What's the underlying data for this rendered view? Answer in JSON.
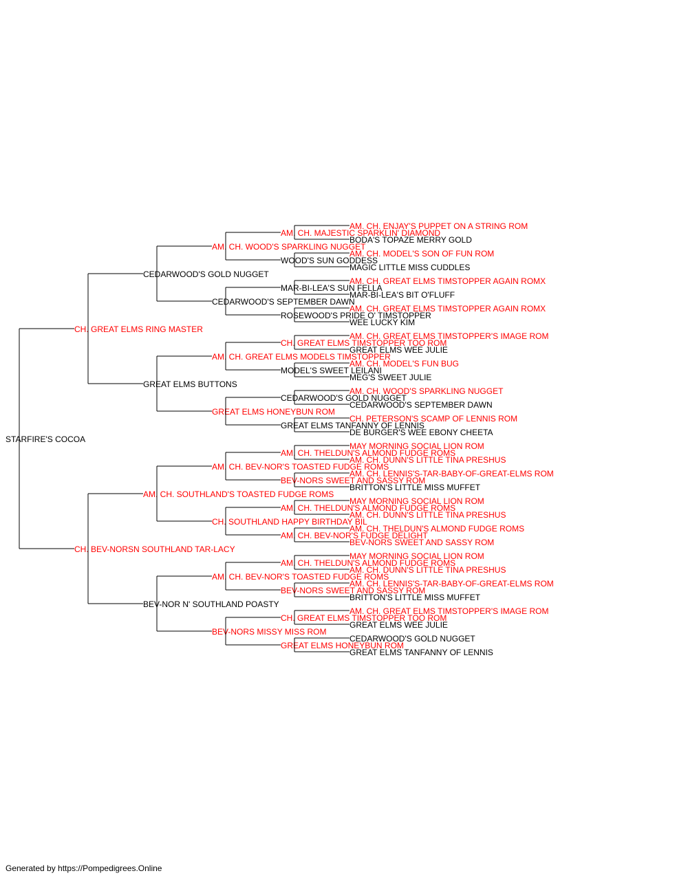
{
  "pedigree": {
    "colors": {
      "titled": "#ff0000",
      "plain": "#000000",
      "line": "#000000"
    },
    "root": {
      "name": "STARFIRE'S COCOA",
      "titled": false,
      "sire": {
        "name": "CH. GREAT ELMS RING MASTER",
        "titled": true,
        "sire": {
          "name": "CEDARWOOD'S GOLD NUGGET",
          "titled": false,
          "sire": {
            "name": "AM. CH. WOOD'S SPARKLING NUGGET",
            "titled": true,
            "sire": {
              "name": "AM. CH. MAJESTIC SPARKLIN' DIAMOND",
              "titled": true,
              "sire": {
                "name": "AM. CH. ENJAY'S PUPPET ON A STRING ROM",
                "titled": true
              },
              "dam": {
                "name": "BODA'S TOPAZE MERRY GOLD",
                "titled": false
              }
            },
            "dam": {
              "name": "WOOD'S SUN GODDESS",
              "titled": false,
              "sire": {
                "name": "AM. CH. MODEL'S SON OF FUN ROM",
                "titled": true
              },
              "dam": {
                "name": "MAGIC LITTLE MISS CUDDLES",
                "titled": false
              }
            }
          },
          "dam": {
            "name": "CEDARWOOD'S SEPTEMBER DAWN",
            "titled": false,
            "sire": {
              "name": "MAR-BI-LEA'S SUN FELLA",
              "titled": false,
              "sire": {
                "name": "AM. CH. GREAT ELMS TIMSTOPPER AGAIN ROMX",
                "titled": true
              },
              "dam": {
                "name": "MAR-BI-LEA'S BIT O'FLUFF",
                "titled": false
              }
            },
            "dam": {
              "name": "ROSEWOOD'S PRIDE O' TIMSTOPPER",
              "titled": false,
              "sire": {
                "name": "AM. CH. GREAT ELMS TIMSTOPPER AGAIN ROMX",
                "titled": true
              },
              "dam": {
                "name": "WEE LUCKY KIM",
                "titled": false
              }
            }
          }
        },
        "dam": {
          "name": "GREAT ELMS BUTTONS",
          "titled": false,
          "sire": {
            "name": "AM. CH. GREAT ELMS MODELS TIMSTOPPER",
            "titled": true,
            "sire": {
              "name": "CH. GREAT ELMS TIMSTOPPER TOO ROM",
              "titled": true,
              "sire": {
                "name": "AM. CH. GREAT ELMS TIMSTOPPER'S IMAGE ROM",
                "titled": true
              },
              "dam": {
                "name": "GREAT ELMS WEE JULIE",
                "titled": false
              }
            },
            "dam": {
              "name": "MODEL'S SWEET LEILANI",
              "titled": false,
              "sire": {
                "name": "AM. CH. MODEL'S FUN BUG",
                "titled": true
              },
              "dam": {
                "name": "MEG'S SWEET JULIE",
                "titled": false
              }
            }
          },
          "dam": {
            "name": "GREAT ELMS HONEYBUN ROM",
            "titled": true,
            "sire": {
              "name": "CEDARWOOD'S GOLD NUGGET",
              "titled": false,
              "sire": {
                "name": "AM. CH. WOOD'S SPARKLING NUGGET",
                "titled": true
              },
              "dam": {
                "name": "CEDARWOOD'S SEPTEMBER DAWN",
                "titled": false
              }
            },
            "dam": {
              "name": "GREAT ELMS TANFANNY OF LENNIS",
              "titled": false,
              "sire": {
                "name": "CH. PETERSON'S SCAMP OF LENNIS ROM",
                "titled": true
              },
              "dam": {
                "name": "DE BURGER'S WEE EBONY CHEETA",
                "titled": false
              }
            }
          }
        }
      },
      "dam": {
        "name": "CH. BEV-NORSN SOUTHLAND TAR-LACY",
        "titled": true,
        "sire": {
          "name": "AM. CH. SOUTHLAND'S TOASTED FUDGE ROMS",
          "titled": true,
          "sire": {
            "name": "AM. CH. BEV-NOR'S TOASTED FUDGE ROMS",
            "titled": true,
            "sire": {
              "name": "AM. CH. THELDUN'S ALMOND FUDGE ROMS",
              "titled": true,
              "sire": {
                "name": "MAY MORNING SOCIAL LION ROM",
                "titled": true
              },
              "dam": {
                "name": "AM. CH. DUNN'S LITTLE TINA PRESHUS",
                "titled": true
              }
            },
            "dam": {
              "name": "BEV-NORS SWEET AND SASSY ROM",
              "titled": true,
              "sire": {
                "name": "AM. CH. LENNIS'S-TAR-BABY-OF-GREAT-ELMS ROM",
                "titled": true
              },
              "dam": {
                "name": "BRITTON'S LITTLE MISS MUFFET",
                "titled": false
              }
            }
          },
          "dam": {
            "name": "CH. SOUTHLAND HAPPY BIRTHDAY BIL",
            "titled": true,
            "sire": {
              "name": "AM. CH. THELDUN'S ALMOND FUDGE ROMS",
              "titled": true,
              "sire": {
                "name": "MAY MORNING SOCIAL LION ROM",
                "titled": true
              },
              "dam": {
                "name": "AM. CH. DUNN'S LITTLE TINA PRESHUS",
                "titled": true
              }
            },
            "dam": {
              "name": "AM. CH. BEV-NOR'S FUDGE DELIGHT",
              "titled": true,
              "sire": {
                "name": "AM. CH. THELDUN'S ALMOND FUDGE ROMS",
                "titled": true
              },
              "dam": {
                "name": "BEV-NORS SWEET AND SASSY ROM",
                "titled": true
              }
            }
          }
        },
        "dam": {
          "name": "BEV-NOR N' SOUTHLAND POASTY",
          "titled": false,
          "sire": {
            "name": "AM. CH. BEV-NOR'S TOASTED FUDGE ROMS",
            "titled": true,
            "sire": {
              "name": "AM. CH. THELDUN'S ALMOND FUDGE ROMS",
              "titled": true,
              "sire": {
                "name": "MAY MORNING SOCIAL LION ROM",
                "titled": true
              },
              "dam": {
                "name": "AM. CH. DUNN'S LITTLE TINA PRESHUS",
                "titled": true
              }
            },
            "dam": {
              "name": "BEV-NORS SWEET AND SASSY ROM",
              "titled": true,
              "sire": {
                "name": "AM. CH. LENNIS'S-TAR-BABY-OF-GREAT-ELMS ROM",
                "titled": true
              },
              "dam": {
                "name": "BRITTON'S LITTLE MISS MUFFET",
                "titled": false
              }
            }
          },
          "dam": {
            "name": "BEV-NORS MISSY MISS ROM",
            "titled": true,
            "sire": {
              "name": "CH. GREAT ELMS TIMSTOPPER TOO ROM",
              "titled": true,
              "sire": {
                "name": "AM. CH. GREAT ELMS TIMSTOPPER'S IMAGE ROM",
                "titled": true
              },
              "dam": {
                "name": "GREAT ELMS WEE JULIE",
                "titled": false
              }
            },
            "dam": {
              "name": "GREAT ELMS HONEYBUN ROM",
              "titled": true,
              "sire": {
                "name": "CEDARWOOD'S GOLD NUGGET",
                "titled": false
              },
              "dam": {
                "name": "GREAT ELMS TANFANNY OF LENNIS",
                "titled": false
              }
            }
          }
        }
      }
    }
  },
  "footer": {
    "text": "Generated by https://Pompedigrees.Online"
  }
}
